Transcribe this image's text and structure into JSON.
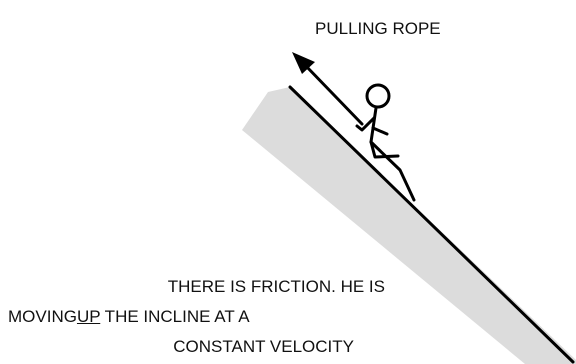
{
  "diagram": {
    "rope_label": "PULLING ROPE",
    "note": {
      "line1": "THERE IS FRICTION. HE IS",
      "line2_prefix": "MOVING",
      "line2_emphasis": "UP",
      "line2_suffix": " THE INCLINE AT A",
      "line3": "CONSTANT VELOCITY"
    },
    "colors": {
      "incline_fill": "#dcdcdc",
      "stroke": "#000000",
      "text": "#111111"
    },
    "icons": {
      "person": "stick-figure-icon",
      "rope_arrow": "arrow-up-left-icon"
    }
  }
}
